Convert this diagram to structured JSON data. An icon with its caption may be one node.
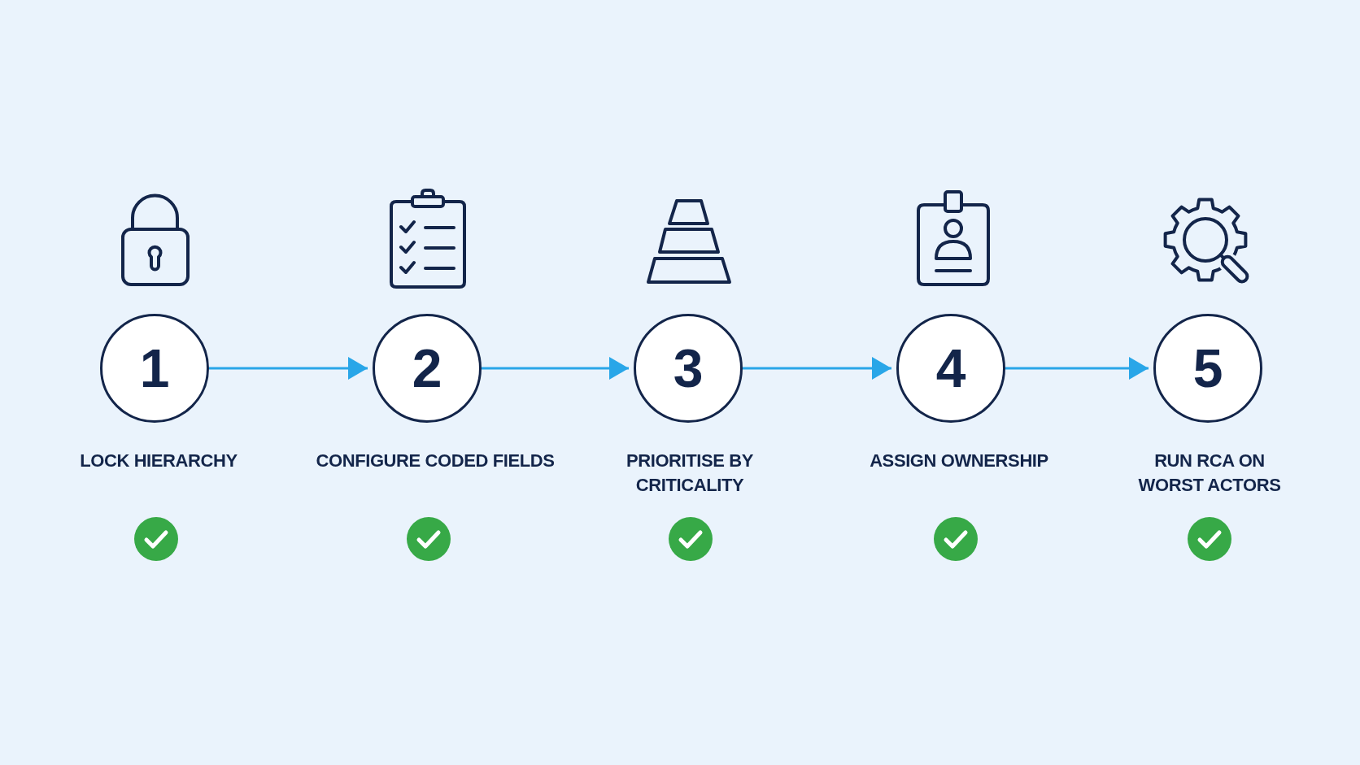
{
  "diagram": {
    "nodes": [
      {
        "text": [
          "1"
        ],
        "beside": [
          "LOCK HIERARCHY"
        ]
      },
      {
        "text": [
          "2"
        ],
        "beside": [
          "CONFIGURE CODED FIELDS"
        ]
      },
      {
        "text": [
          "3"
        ],
        "beside": [
          "PRIORITISE BY CRITICALITY"
        ]
      },
      {
        "text": [
          "4"
        ],
        "beside": [
          "ASSIGN OWNERSHIP"
        ]
      },
      {
        "text": [
          "5"
        ],
        "beside": [
          "RUN RCA ON WORST ACTORS"
        ]
      }
    ],
    "edges": [
      {
        "from": 0,
        "to": 1,
        "arrow": "to"
      },
      {
        "from": 1,
        "to": 2,
        "arrow": "to"
      },
      {
        "from": 2,
        "to": 3,
        "arrow": "to"
      },
      {
        "from": 3,
        "to": 4,
        "arrow": "to"
      }
    ]
  }
}
